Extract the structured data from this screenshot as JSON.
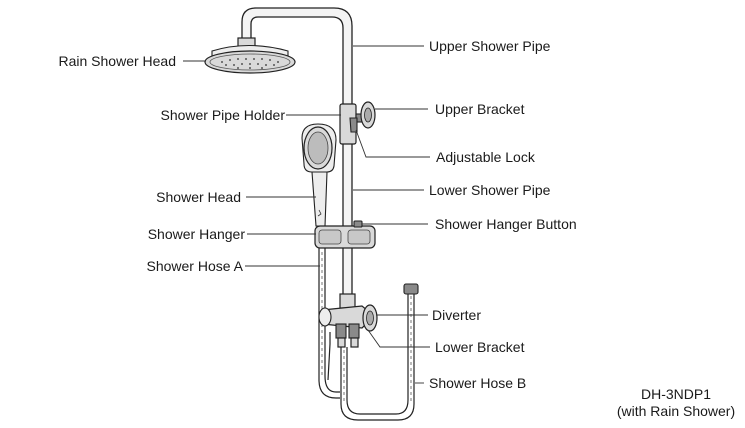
{
  "labels": {
    "rain_shower_head": "Rain Shower Head",
    "shower_pipe_holder": "Shower Pipe Holder",
    "shower_head": "Shower Head",
    "shower_hanger": "Shower Hanger",
    "shower_hose_a": "Shower Hose A",
    "upper_shower_pipe": "Upper Shower Pipe",
    "upper_bracket": "Upper Bracket",
    "adjustable_lock": "Adjustable Lock",
    "lower_shower_pipe": "Lower Shower Pipe",
    "shower_hanger_button": "Shower Hanger Button",
    "diverter": "Diverter",
    "lower_bracket": "Lower Bracket",
    "shower_hose_b": "Shower Hose B"
  },
  "model": {
    "code": "DH-3NDP1",
    "variant": "(with Rain Shower)"
  }
}
